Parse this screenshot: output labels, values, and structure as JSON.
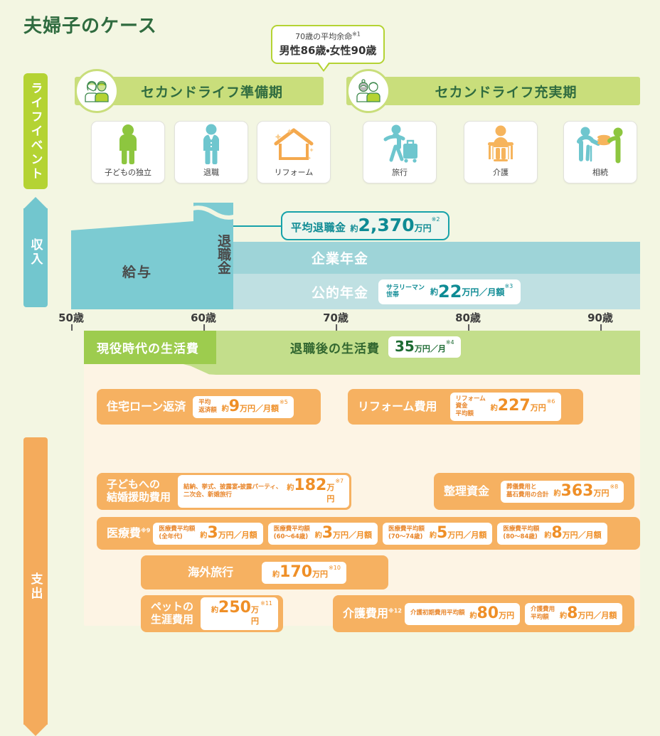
{
  "title": "夫婦子のケース",
  "rails": {
    "life_event": "ライフイベント",
    "income": "収入",
    "expense": "支出"
  },
  "life_expectancy_callout": {
    "line1": "70歳の平均余命",
    "note": "※1",
    "line2": "男性86歳・女性90歳"
  },
  "phases": [
    {
      "label": "セカンドライフ準備期",
      "icon": "couple-young-icon"
    },
    {
      "label": "セカンドライフ充実期",
      "icon": "couple-senior-icon"
    }
  ],
  "events": [
    {
      "label": "子どもの独立",
      "icon": "person-green-icon"
    },
    {
      "label": "退職",
      "icon": "businessman-icon"
    },
    {
      "label": "リフォーム",
      "icon": "house-icon"
    },
    {
      "label": "旅行",
      "icon": "traveler-suitcase-icon"
    },
    {
      "label": "介護",
      "icon": "wheelchair-icon"
    },
    {
      "label": "相続",
      "icon": "inheritance-coins-icon"
    }
  ],
  "income": {
    "salary": "給与",
    "retirement": "退職金",
    "corporate_pension": "企業年金",
    "public_pension": "公的年金",
    "retirement_callout": {
      "title": "平均退職金",
      "approx": "約",
      "value": "2,370",
      "unit": "万円",
      "note": "※2"
    },
    "pension_callout": {
      "caption": "サラリーマン\n世帯",
      "caption_l1": "サラリーマン",
      "caption_l2": "世帯",
      "approx": "約",
      "value": "22",
      "unit": "万円／月額",
      "note": "※3"
    }
  },
  "age_axis": {
    "ticks": [
      "50歳",
      "60歳",
      "70歳",
      "80歳",
      "90歳"
    ],
    "values": [
      50,
      60,
      70,
      80,
      90
    ]
  },
  "living_costs": {
    "active": "現役時代の生活費",
    "retired": "退職後の生活費",
    "retired_badge": {
      "value": "35",
      "unit": "万円／月",
      "note": "※4"
    }
  },
  "expenses": [
    {
      "id": "housing-loan",
      "title": "住宅ローン返済",
      "badges": [
        {
          "cap_l1": "平均",
          "cap_l2": "返済額",
          "approx": "約",
          "value": "9",
          "unit": "万円／月額",
          "note": "※5"
        }
      ]
    },
    {
      "id": "reform-cost",
      "title": "リフォーム費用",
      "badges": [
        {
          "cap_l1": "リフォーム",
          "cap_l2": "資金",
          "cap_l3": "平均額",
          "approx": "約",
          "value": "227",
          "unit": "万円",
          "note": "※6"
        }
      ]
    },
    {
      "id": "child-wedding-support",
      "title_l1": "子どもへの",
      "title_l2": "結婚援助費用",
      "badges": [
        {
          "cap_l1": "結納、挙式、披露宴・披露パーティ、",
          "cap_l2": "二次会、新婚旅行",
          "approx": "約",
          "value": "182",
          "unit": "万円",
          "note": "※7"
        }
      ]
    },
    {
      "id": "estate-settlement",
      "title": "整理資金",
      "badges": [
        {
          "cap_l1": "葬儀費用と",
          "cap_l2": "墓石費用の合計",
          "approx": "約",
          "value": "363",
          "unit": "万円",
          "note": "※8"
        }
      ]
    },
    {
      "id": "medical-cost",
      "title": "医療費",
      "title_note": "※9",
      "badges": [
        {
          "cap_l1": "医療費平均額",
          "cap_l2": "(全年代)",
          "approx": "約",
          "value": "3",
          "unit": "万円／月額"
        },
        {
          "cap_l1": "医療費平均額",
          "cap_l2": "(60〜64歳)",
          "approx": "約",
          "value": "3",
          "unit": "万円／月額"
        },
        {
          "cap_l1": "医療費平均額",
          "cap_l2": "(70〜74歳)",
          "approx": "約",
          "value": "5",
          "unit": "万円／月額"
        },
        {
          "cap_l1": "医療費平均額",
          "cap_l2": "(80〜84歳)",
          "approx": "約",
          "value": "8",
          "unit": "万円／月額"
        }
      ]
    },
    {
      "id": "overseas-travel",
      "title": "海外旅行",
      "badges": [
        {
          "approx": "約",
          "value": "170",
          "unit": "万円",
          "note": "※10"
        }
      ]
    },
    {
      "id": "pet-lifetime-cost",
      "title_l1": "ペットの",
      "title_l2": "生涯費用",
      "badges": [
        {
          "approx": "約",
          "value": "250",
          "unit": "万円",
          "note": "※11"
        }
      ]
    },
    {
      "id": "nursing-care-cost",
      "title": "介護費用",
      "title_note": "※12",
      "badges": [
        {
          "cap_l1": "介護初期費用平均額",
          "approx": "約",
          "value": "80",
          "unit": "万円"
        },
        {
          "cap_l1": "介護費用",
          "cap_l2": "平均額",
          "approx": "約",
          "value": "8",
          "unit": "万円／月額"
        }
      ]
    }
  ],
  "colors": {
    "background": "#f3f6e2",
    "green_light": "#c9de7b",
    "green_rail": "#b4d333",
    "green_dark": "#2f6b3f",
    "teal": "#7ccbd2",
    "teal_dark": "#0e8b94",
    "orange": "#f6b161",
    "orange_text": "#ef8f27",
    "expense_panel": "#fdf4e4"
  }
}
